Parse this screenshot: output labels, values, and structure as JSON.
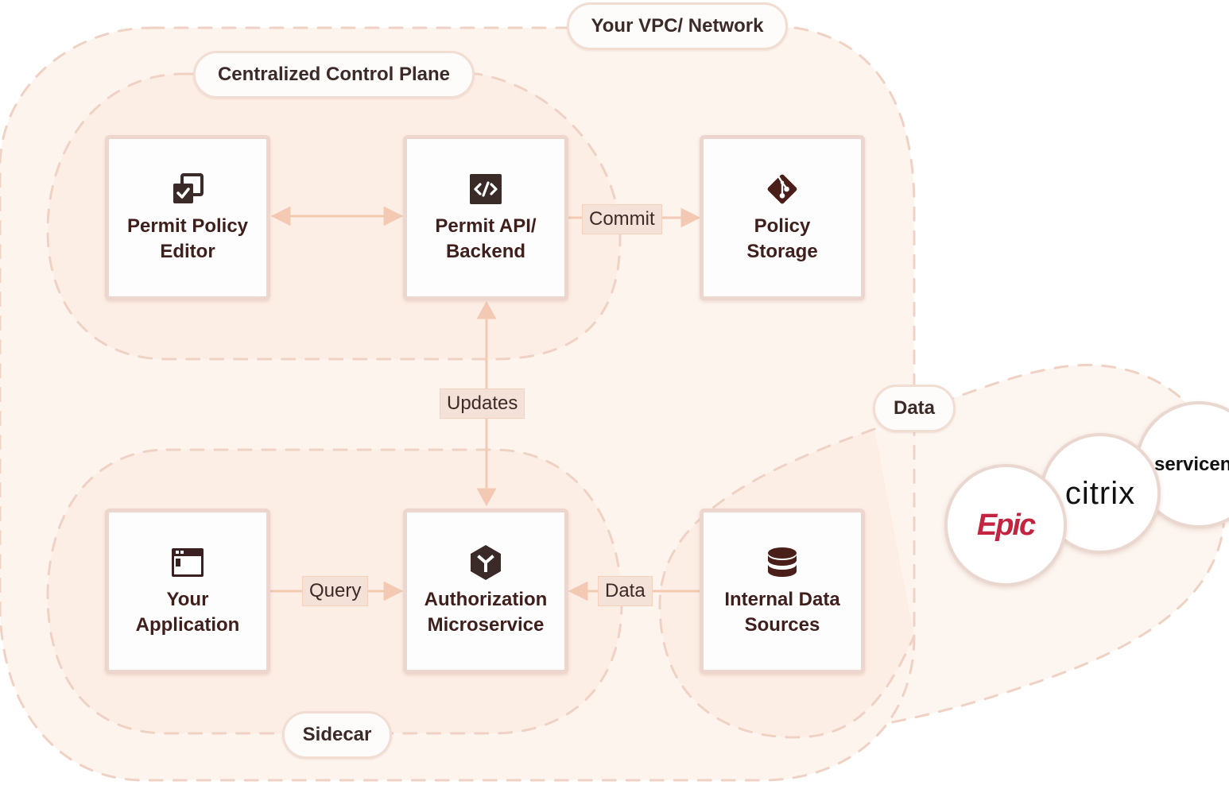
{
  "zones": {
    "vpc": "Your VPC/ Network",
    "control_plane": "Centralized Control Plane",
    "sidecar": "Sidecar",
    "data": "Data"
  },
  "nodes": {
    "policy_editor": {
      "line1": "Permit Policy",
      "line2": "Editor",
      "icon": "copy-check-icon"
    },
    "api_backend": {
      "line1": "Permit API/",
      "line2": "Backend",
      "icon": "code-icon"
    },
    "policy_storage": {
      "line1": "Policy",
      "line2": "Storage",
      "icon": "git-icon"
    },
    "your_app": {
      "line1": "Your",
      "line2": "Application",
      "icon": "app-window-icon"
    },
    "authz_service": {
      "line1": "Authorization",
      "line2": "Microservice",
      "icon": "hexagon-y-icon"
    },
    "internal_data": {
      "line1": "Internal Data",
      "line2": "Sources",
      "icon": "database-icon"
    }
  },
  "edges": {
    "commit": "Commit",
    "updates": "Updates",
    "query": "Query",
    "data": "Data"
  },
  "logos": {
    "epic": "Epic",
    "citrix": "citrix",
    "servicenow": "servicen"
  },
  "colors": {
    "zone_fill": "#fdf4ee",
    "zone_fill_inner": "#fdf0e8",
    "dash": "#f0d2c4",
    "node_border": "#ecd6cd",
    "text_dark": "#3e1f1c",
    "edge": "#f3c9b3",
    "epic_red": "#c3243f"
  }
}
